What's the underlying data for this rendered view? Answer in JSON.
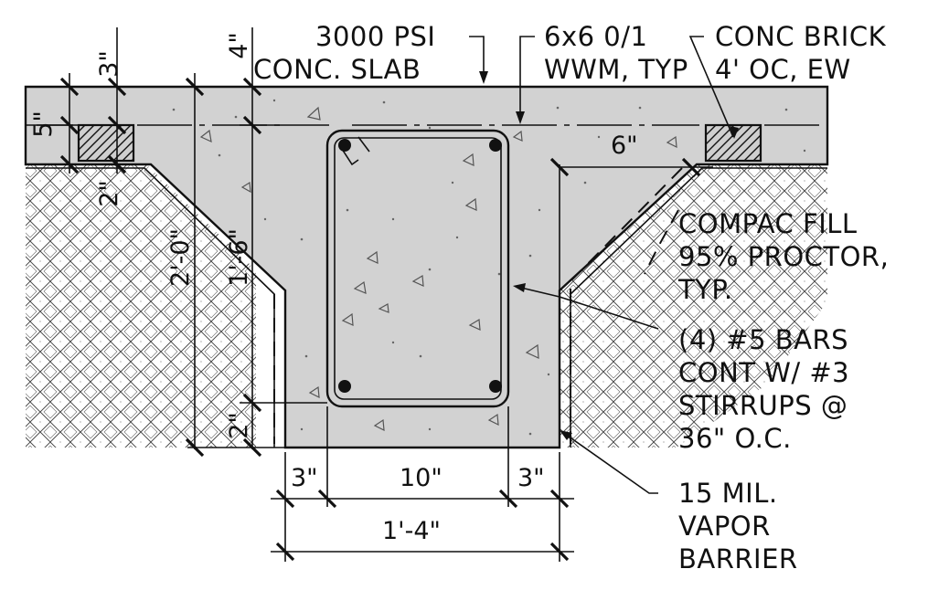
{
  "callouts": {
    "slab_line1": "3000 PSI",
    "slab_line2": "CONC. SLAB",
    "wwm_line1": "6x6 0/1",
    "wwm_line2": "WWM, TYP",
    "brick_line1": "CONC BRICK",
    "brick_line2": "4' OC, EW",
    "fill_line1": "COMPAC FILL",
    "fill_line2": "95% PROCTOR,",
    "fill_line3": "TYP.",
    "bars_line1": "(4) #5 BARS",
    "bars_line2": "CONT W/ #3",
    "bars_line3": "STIRRUPS @",
    "bars_line4": "36\" O.C.",
    "vapor_line1": "15 MIL.",
    "vapor_line2": "VAPOR",
    "vapor_line3": "BARRIER"
  },
  "dimensions": {
    "slab_top": "3\"",
    "slab_brick": "5\"",
    "below_brick": "2\"",
    "slab_thick": "4\"",
    "total_depth": "2'-0\"",
    "beam_depth": "1'-6\"",
    "bottom_cover": "2\"",
    "edge_offset": "6\"",
    "width_left_cover": "3\"",
    "width_core": "10\"",
    "width_right_cover": "3\"",
    "width_total": "1'-4\""
  },
  "colors": {
    "concrete": "#d2d2d2",
    "line": "#111111",
    "background": "#ffffff"
  }
}
